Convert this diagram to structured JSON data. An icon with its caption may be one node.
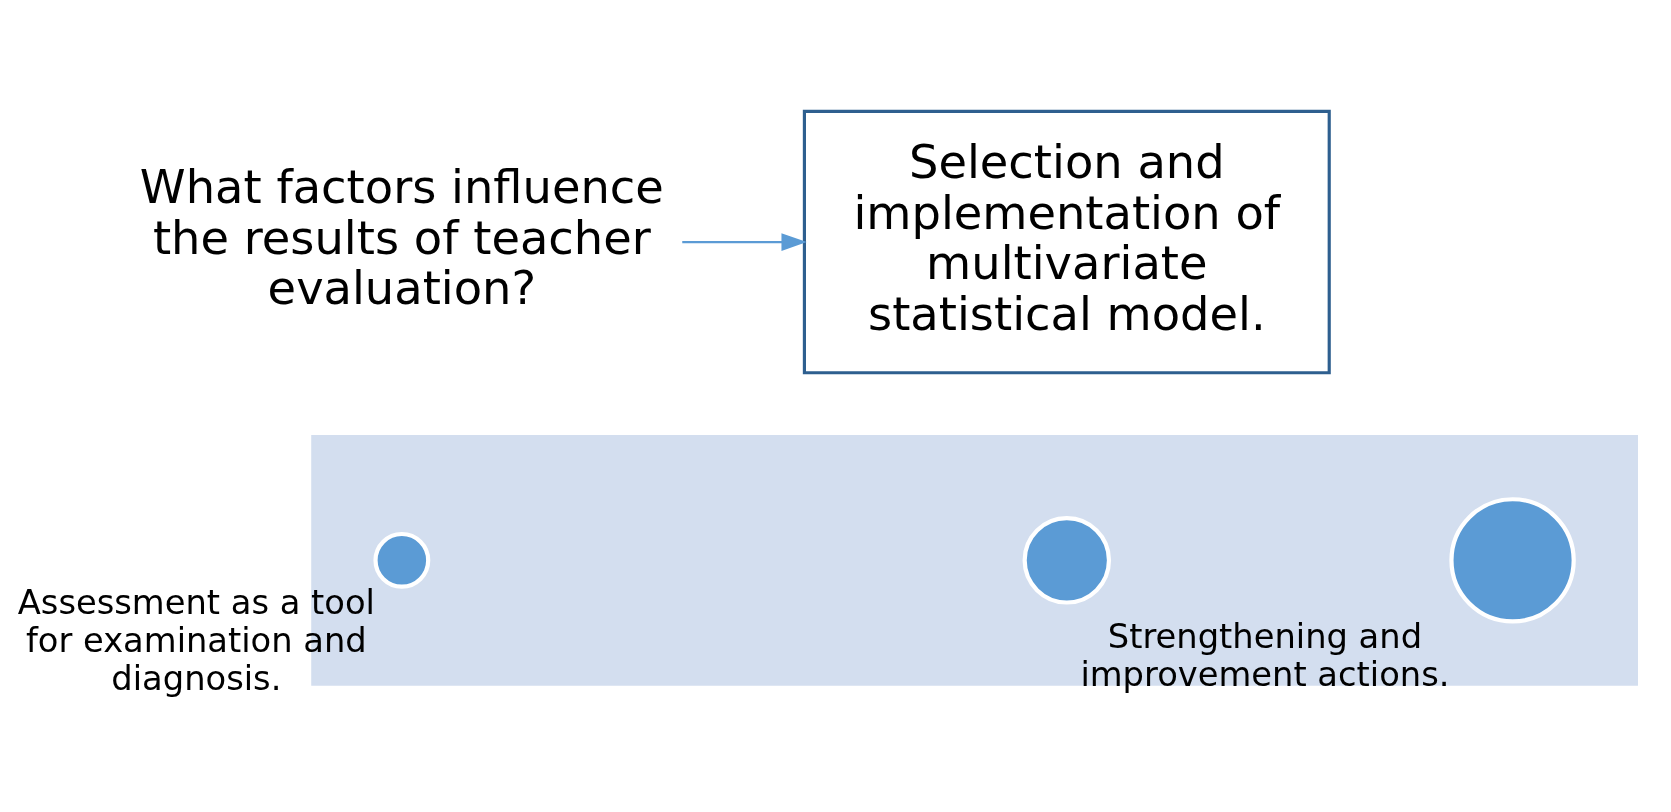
{
  "diagram": {
    "nodes": [
      {
        "text": [],
        "shape": "arrow"
      },
      {
        "text": [],
        "shape": "circle",
        "in": 0,
        "beside": [
          "Assessment as a tool for examination and diagnosis."
        ]
      },
      {
        "text": [],
        "shape": "circle",
        "in": 0
      },
      {
        "text": [
          "What factors influence the results of teacher evaluation?"
        ]
      },
      {
        "text": [],
        "shape": "circle",
        "in": 0,
        "beside": [
          "Strengthening and improvement actions."
        ]
      },
      {
        "text": [
          "Selection and implementation of multivariate statistical model."
        ]
      }
    ],
    "edges": [
      {
        "from": 3,
        "to": 5,
        "arrow": "to",
        "color": "#5b9bd5"
      }
    ]
  }
}
